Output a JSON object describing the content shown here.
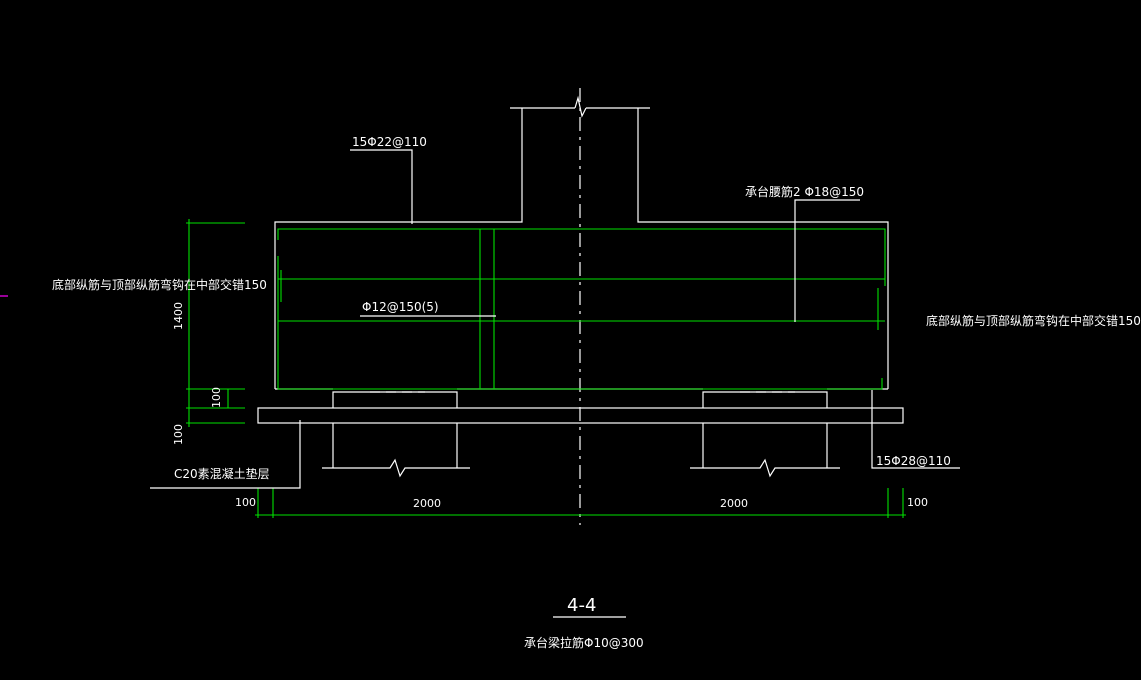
{
  "labels": {
    "top_bar": "15Φ22@110",
    "waist_bar": "承台腰筋2 Φ18@150",
    "left_note": "底部纵筋与顶部纵筋弯钩在中部交错150",
    "right_note": "底部纵筋与顶部纵筋弯钩在中部交错150",
    "stirrup": "Φ12@150(5)",
    "cushion": "C20素混凝土垫层",
    "bottom_bar": "15Φ28@110"
  },
  "dimensions": {
    "height": "1400",
    "cover": "100",
    "cushion_thk": "100",
    "left_edge": "100",
    "left_span": "2000",
    "right_span": "2000",
    "right_edge": "100"
  },
  "section": {
    "title": "4-4",
    "note": "承台梁拉筋Φ10@300"
  },
  "colors": {
    "background": "#000000",
    "outline": "#ffffff",
    "rebar": "#00e000",
    "stray_mark": "#ff00ff"
  }
}
